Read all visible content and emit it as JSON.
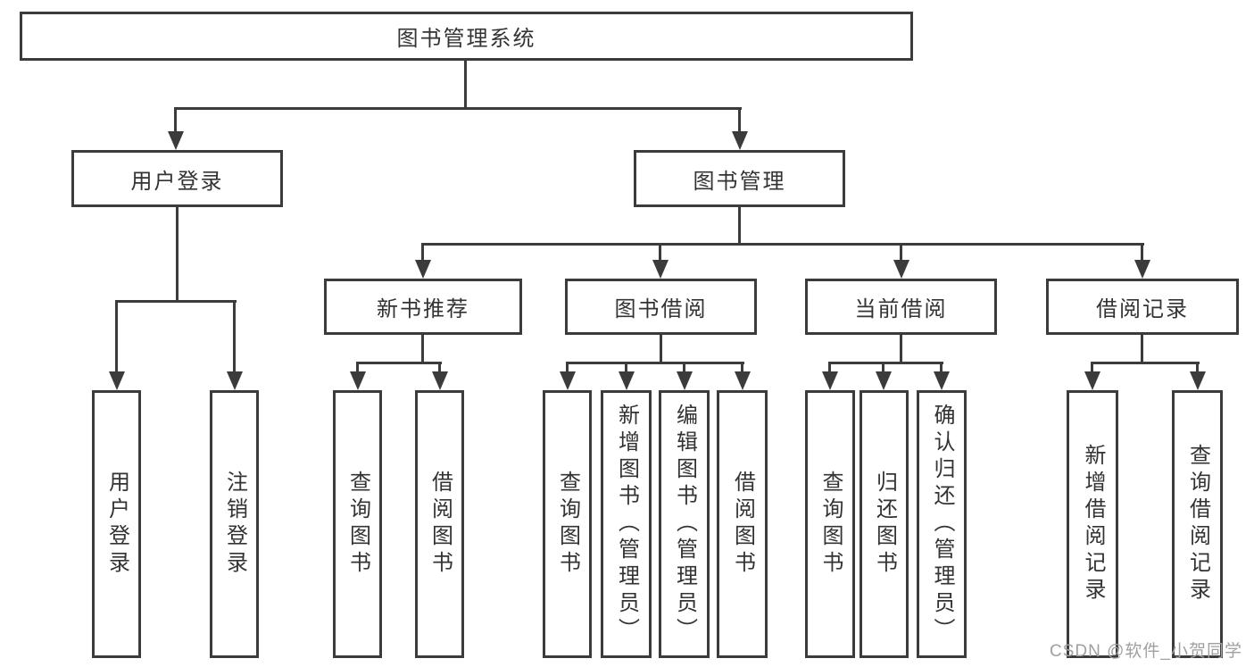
{
  "diagram": {
    "title_node": "root",
    "root": {
      "label": "图书管理系统"
    },
    "branches": [
      {
        "label": "用户登录",
        "children": [
          {
            "label": "用户登录"
          },
          {
            "label": "注销登录"
          }
        ]
      },
      {
        "label": "图书管理",
        "children": [
          {
            "label": "新书推荐",
            "children": [
              {
                "label": "查询图书"
              },
              {
                "label": "借阅图书"
              }
            ]
          },
          {
            "label": "图书借阅",
            "children": [
              {
                "label": "查询图书"
              },
              {
                "label": "新增图书（管理员）"
              },
              {
                "label": "编辑图书（管理员）"
              },
              {
                "label": "借阅图书"
              }
            ]
          },
          {
            "label": "当前借阅",
            "children": [
              {
                "label": "查询图书"
              },
              {
                "label": "归还图书"
              },
              {
                "label": "确认归还（管理员）"
              }
            ]
          },
          {
            "label": "借阅记录",
            "children": [
              {
                "label": "新增借阅记录"
              },
              {
                "label": "查询借阅记录"
              }
            ]
          }
        ]
      }
    ]
  },
  "watermark": {
    "text": "CSDN @软件_小贺同学"
  },
  "colors": {
    "line": "#3b3b3b",
    "text": "#333333",
    "background": "#ffffff",
    "watermark": "#a0a0a0"
  }
}
